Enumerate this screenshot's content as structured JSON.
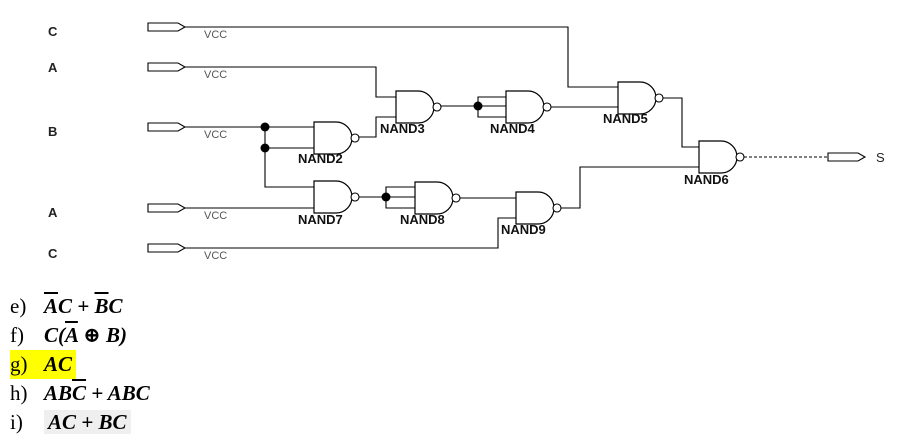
{
  "inputs": [
    {
      "label": "C",
      "port_text": "VCC"
    },
    {
      "label": "A",
      "port_text": "VCC"
    },
    {
      "label": "B",
      "port_text": "VCC"
    },
    {
      "label": "A",
      "port_text": "VCC"
    },
    {
      "label": "C",
      "port_text": "VCC"
    }
  ],
  "gates": [
    "NAND2",
    "NAND3",
    "NAND4",
    "NAND5",
    "NAND6",
    "NAND7",
    "NAND8",
    "NAND9"
  ],
  "output": {
    "label": "S"
  },
  "options": [
    {
      "letter": "e)",
      "expr": "A C + B C",
      "parts": [
        "A",
        "C + ",
        "B",
        "C"
      ],
      "highlighted": false
    },
    {
      "letter": "f)",
      "expr": "C(A ⊕ B)",
      "parts": [
        "C(",
        "A",
        " ⊕ B)"
      ],
      "highlighted": false
    },
    {
      "letter": "g)",
      "expr": "AC",
      "highlighted": true
    },
    {
      "letter": "h)",
      "expr": "ABC + ABC",
      "parts": [
        "AB",
        "C",
        " + ABC"
      ],
      "highlighted": false
    },
    {
      "letter": "i)",
      "expr": "AC + BC",
      "highlighted": false,
      "shaded": true
    }
  ],
  "colors": {
    "highlight": "#ffff00",
    "shade": "#efefef",
    "line": "#000000"
  }
}
